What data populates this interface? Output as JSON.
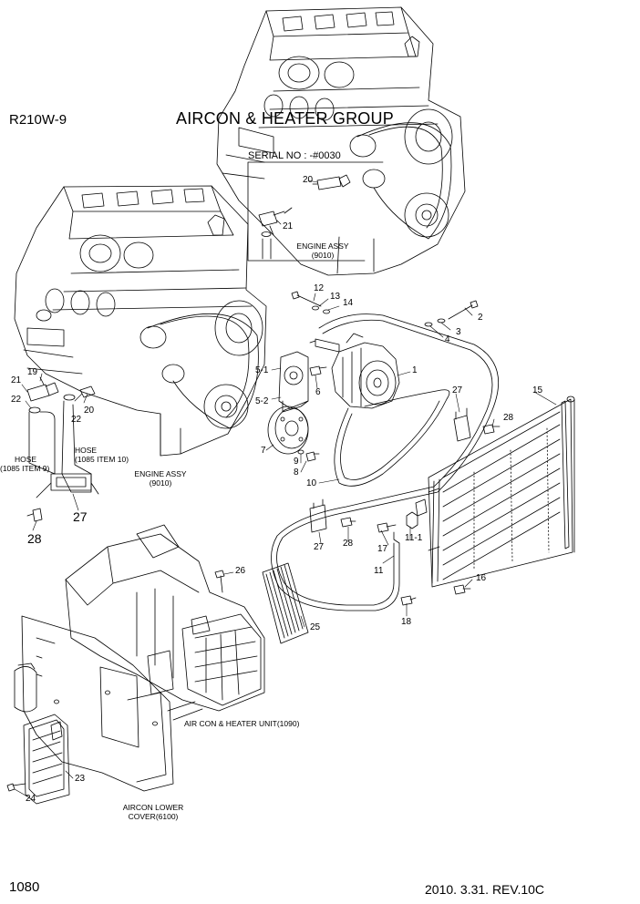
{
  "header": {
    "model": "R210W-9",
    "title": "AIRCON & HEATER GROUP"
  },
  "footer": {
    "page_number": "1080",
    "revision": "2010. 3.31. REV.10C"
  },
  "inset": {
    "serial": "SERIAL NO : -#0030"
  },
  "captions": {
    "engine_assy_top": [
      "ENGINE ASSY",
      "(9010)"
    ],
    "engine_assy_left": [
      "ENGINE ASSY",
      "(9010)"
    ],
    "hose_left": [
      "HOSE",
      "(1085 ITEM 9)"
    ],
    "hose_right": [
      "HOSE",
      "(1085 ITEM 10)"
    ],
    "aircon_unit": "AIR CON & HEATER UNIT(1090)",
    "lower_cover": [
      "AIRCON LOWER",
      "COVER(6100)"
    ]
  },
  "callouts": {
    "c1": "1",
    "c2": "2",
    "c3": "3",
    "c4": "4",
    "c5_1": "5-1",
    "c5_2": "5-2",
    "c6": "6",
    "c7": "7",
    "c8": "8",
    "c9": "9",
    "c10": "10",
    "c11": "11",
    "c11_1": "11-1",
    "c12": "12",
    "c13": "13",
    "c14": "14",
    "c15": "15",
    "c16": "16",
    "c17": "17",
    "c18": "18",
    "c19": "19",
    "c20a": "20",
    "c20b": "20",
    "c21a": "21",
    "c21b": "21",
    "c22a": "22",
    "c22b": "22",
    "c23": "23",
    "c24": "24",
    "c25": "25",
    "c26": "26",
    "c27a": "27",
    "c27b": "27",
    "c27c": "27",
    "c28a": "28",
    "c28b": "28",
    "c28c": "28"
  }
}
